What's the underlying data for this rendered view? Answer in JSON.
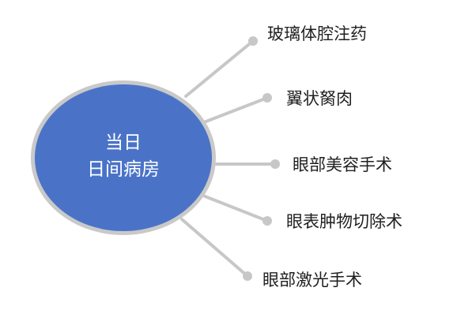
{
  "hub": {
    "line1": "当日",
    "line2": "日间病房",
    "fill_color": "#4a73c8",
    "ring_color": "#c9c9c9"
  },
  "branches": [
    {
      "label": "玻璃体腔注药"
    },
    {
      "label": "翼状胬肉"
    },
    {
      "label": "眼部美容手术"
    },
    {
      "label": "眼表肿物切除术"
    },
    {
      "label": "眼部激光手术"
    }
  ],
  "connector_color": "#c7c7c7",
  "text_color": "#1f1f1f"
}
